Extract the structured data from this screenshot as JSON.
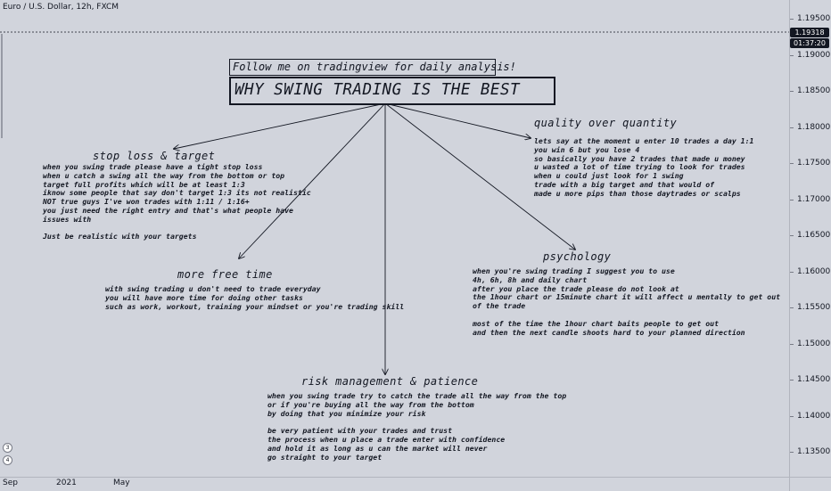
{
  "header": {
    "symbol": "Euro / U.S. Dollar, 12h, FXCM"
  },
  "price_axis": {
    "ticks": [
      "1.19500",
      "1.19000",
      "1.18500",
      "1.18000",
      "1.17500",
      "1.17000",
      "1.16500",
      "1.16000",
      "1.15500",
      "1.15000",
      "1.14500",
      "1.14000",
      "1.13500"
    ],
    "current_price": "1.19318",
    "countdown": "01:37:20",
    "current_color": "#131722"
  },
  "time_axis": {
    "labels": [
      "Sep",
      "2021",
      "May"
    ]
  },
  "badges": [
    "3",
    "4"
  ],
  "annotation": {
    "follow": "Follow me on tradingview for daily analysis!",
    "title": "WHY SWING TRADING IS THE BEST",
    "sections": {
      "stop_loss": {
        "heading": "stop loss & target",
        "lines": [
          "when you swing trade please have a tight stop loss",
          "when u catch a swing all the way from the bottom or top",
          "target full profits which will be at least 1:3",
          "iknow some people that say don't target 1:3 its not realistic",
          "NOT true guys I've won trades with 1:11 / 1:16+",
          "you just need the right entry and that's what people have",
          "issues with",
          "",
          "Just be realistic with your targets"
        ]
      },
      "quality": {
        "heading": "quality over quantity",
        "lines": [
          "lets say at the moment u enter 10 trades a day 1:1",
          "you win 6 but you lose 4",
          "so basically you have 2 trades that made u money",
          "u wasted a lot of time trying to look for trades",
          "when u could just look for 1 swing",
          "trade with a big target and that would of",
          "made u more pips than those daytrades or scalps"
        ]
      },
      "free_time": {
        "heading": "more free time",
        "lines": [
          "with swing trading u don't need to trade everyday",
          "you will have more time for doing other tasks",
          "such as work, workout, training your mindset or you're trading skill"
        ]
      },
      "psychology": {
        "heading": "psychology",
        "lines": [
          "when you're swing trading I suggest you to use",
          "4h, 6h, 8h and daily chart",
          "after you place the trade please do not look at",
          "the 1hour chart or 15minute chart it will affect u mentally to get out",
          "of the trade",
          "",
          "most of the time the 1hour chart baits people to get out",
          "and then the next candle shoots hard to your planned direction"
        ]
      },
      "risk": {
        "heading": "risk management & patience",
        "lines": [
          "when you swing trade try to catch the trade all the way from the top",
          "or if you're buying all the way from the bottom",
          "by doing that you minimize your risk",
          "",
          "be very patient with your trades and trust",
          "the process when u place a trade enter with confidence",
          "and hold it as long as u can the market will never",
          "go straight to your target"
        ]
      }
    }
  }
}
